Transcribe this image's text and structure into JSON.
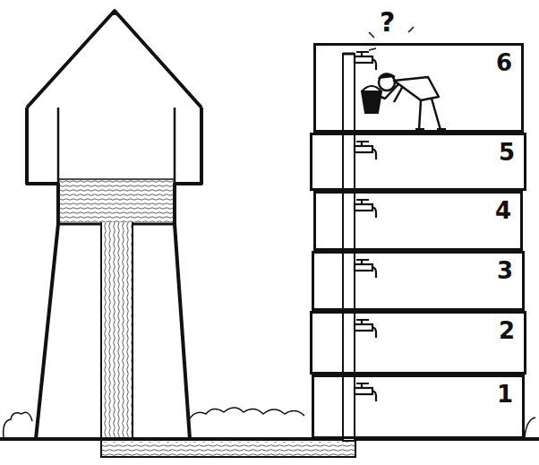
{
  "diagram": {
    "nodes": [
      {
        "text": [
          "6"
        ]
      },
      {
        "text": [
          "5"
        ]
      },
      {
        "text": [
          "4"
        ]
      },
      {
        "text": [
          "3"
        ]
      },
      {
        "text": [
          "2"
        ]
      },
      {
        "text": [
          "1"
        ]
      }
    ],
    "labels": [
      "?"
    ]
  }
}
